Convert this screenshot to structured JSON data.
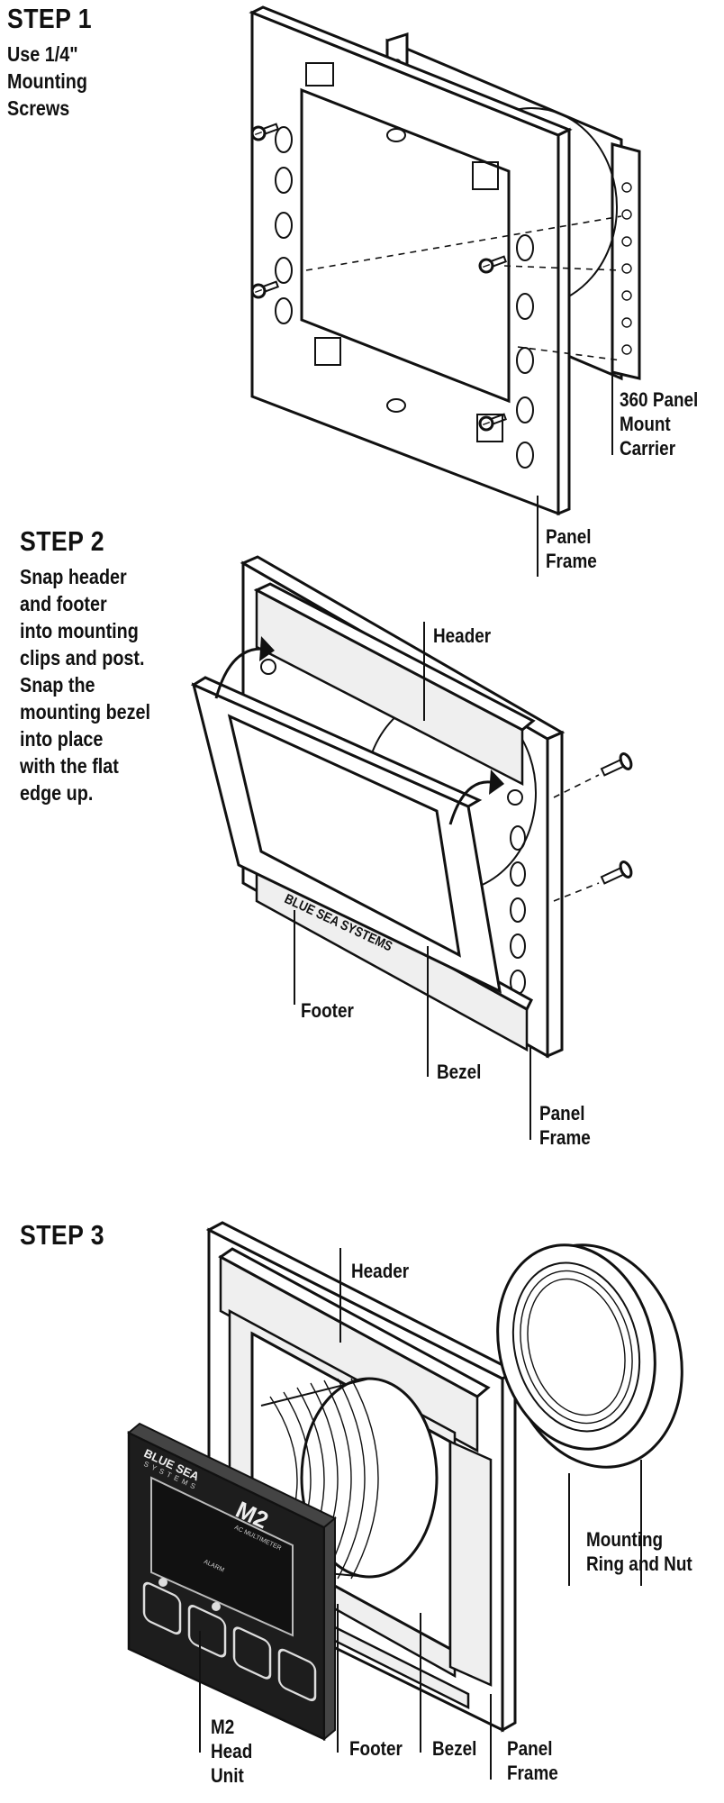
{
  "steps": [
    {
      "title": "STEP 1",
      "text": [
        "Use 1/4\"",
        "Mounting",
        "Screws"
      ],
      "callouts": {
        "carrier": [
          "360 Panel",
          "Mount",
          "Carrier"
        ],
        "panel_frame": [
          "Panel",
          "Frame"
        ]
      }
    },
    {
      "title": "STEP 2",
      "text": [
        "Snap header",
        "and footer",
        "into mounting",
        "clips and post.",
        "Snap the",
        "mounting bezel",
        "into place",
        "with the flat",
        "edge up."
      ],
      "callouts": {
        "header": [
          "Header"
        ],
        "footer": [
          "Footer"
        ],
        "bezel": [
          "Bezel"
        ],
        "panel_frame": [
          "Panel",
          "Frame"
        ]
      },
      "brand_mark": "BLUE SEA SYSTEMS"
    },
    {
      "title": "STEP 3",
      "callouts": {
        "header": [
          "Header"
        ],
        "mounting_ring": [
          "Mounting",
          "Ring and Nut"
        ],
        "head_unit": [
          "M2",
          "Head",
          "Unit"
        ],
        "footer": [
          "Footer"
        ],
        "bezel": [
          "Bezel"
        ],
        "panel_frame": [
          "Panel",
          "Frame"
        ]
      },
      "device": {
        "brand": "BLUE SEA",
        "brand_sub": "SYSTEMS",
        "model": "M2",
        "model_sub": "AC MULTIMETER",
        "button_label": "ALARM"
      }
    }
  ]
}
